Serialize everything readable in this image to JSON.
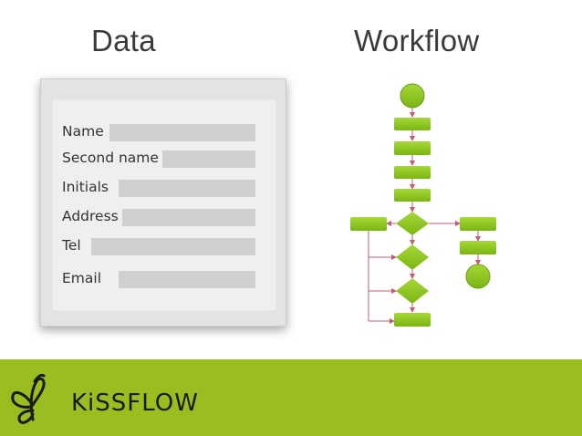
{
  "titles": {
    "data": "Data",
    "workflow": "Workflow"
  },
  "form": {
    "fields": [
      {
        "label": "Name"
      },
      {
        "label": "Second name"
      },
      {
        "label": "Initials"
      },
      {
        "label": "Address"
      },
      {
        "label": "Tel"
      },
      {
        "label": "Email"
      }
    ]
  },
  "footer": {
    "brand": "KiSSFLOW"
  },
  "colors": {
    "accent": "#9abe20",
    "node": "#8dc21f",
    "connector": "#c85a6e",
    "field": "#cfcfcf"
  }
}
